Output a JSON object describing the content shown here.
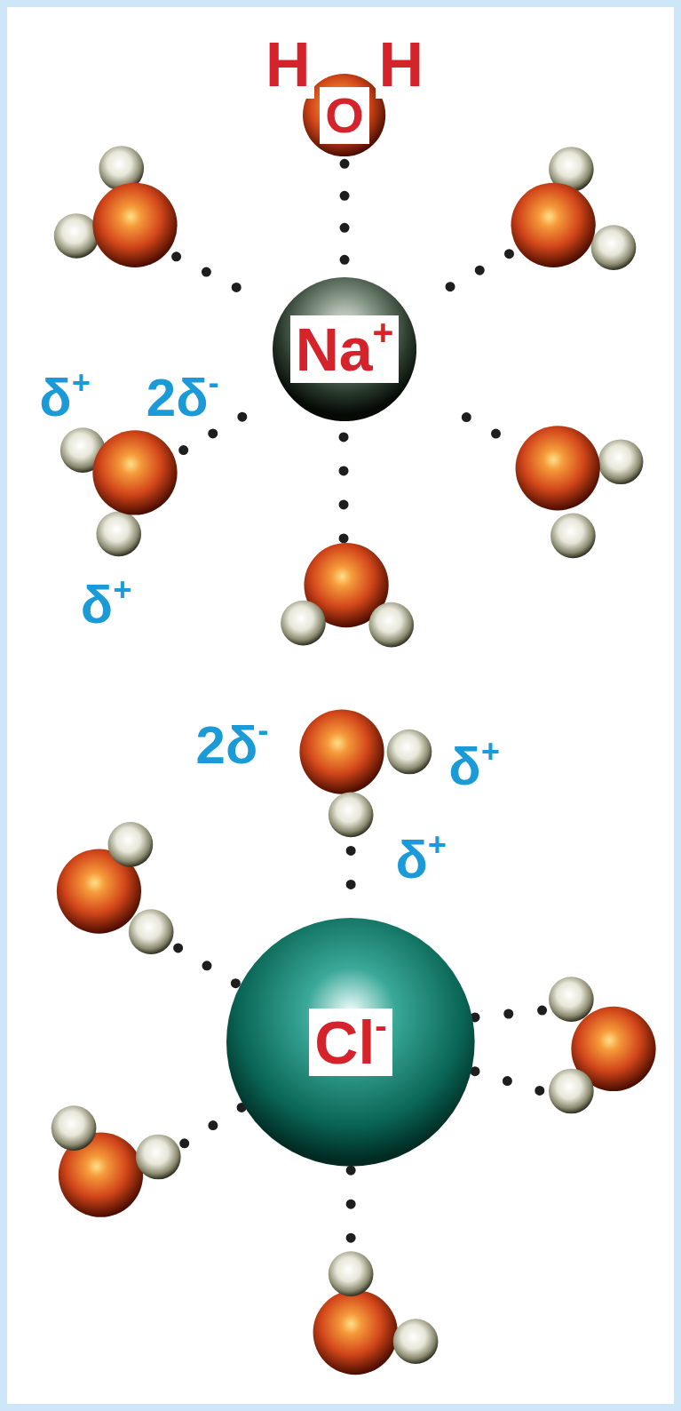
{
  "diagram": {
    "nodes": [
      {
        "text": [
          "O"
        ]
      },
      {
        "text": [
          "Na+"
        ]
      },
      {
        "text": [
          "Cl-"
        ]
      }
    ],
    "edges": [
      {
        "from": 0,
        "to": 1,
        "arrow": "none"
      }
    ],
    "labels": [
      "H",
      "H",
      "δ+",
      "2δ-",
      "δ+",
      "2δ-",
      "δ+",
      "δ+"
    ]
  }
}
